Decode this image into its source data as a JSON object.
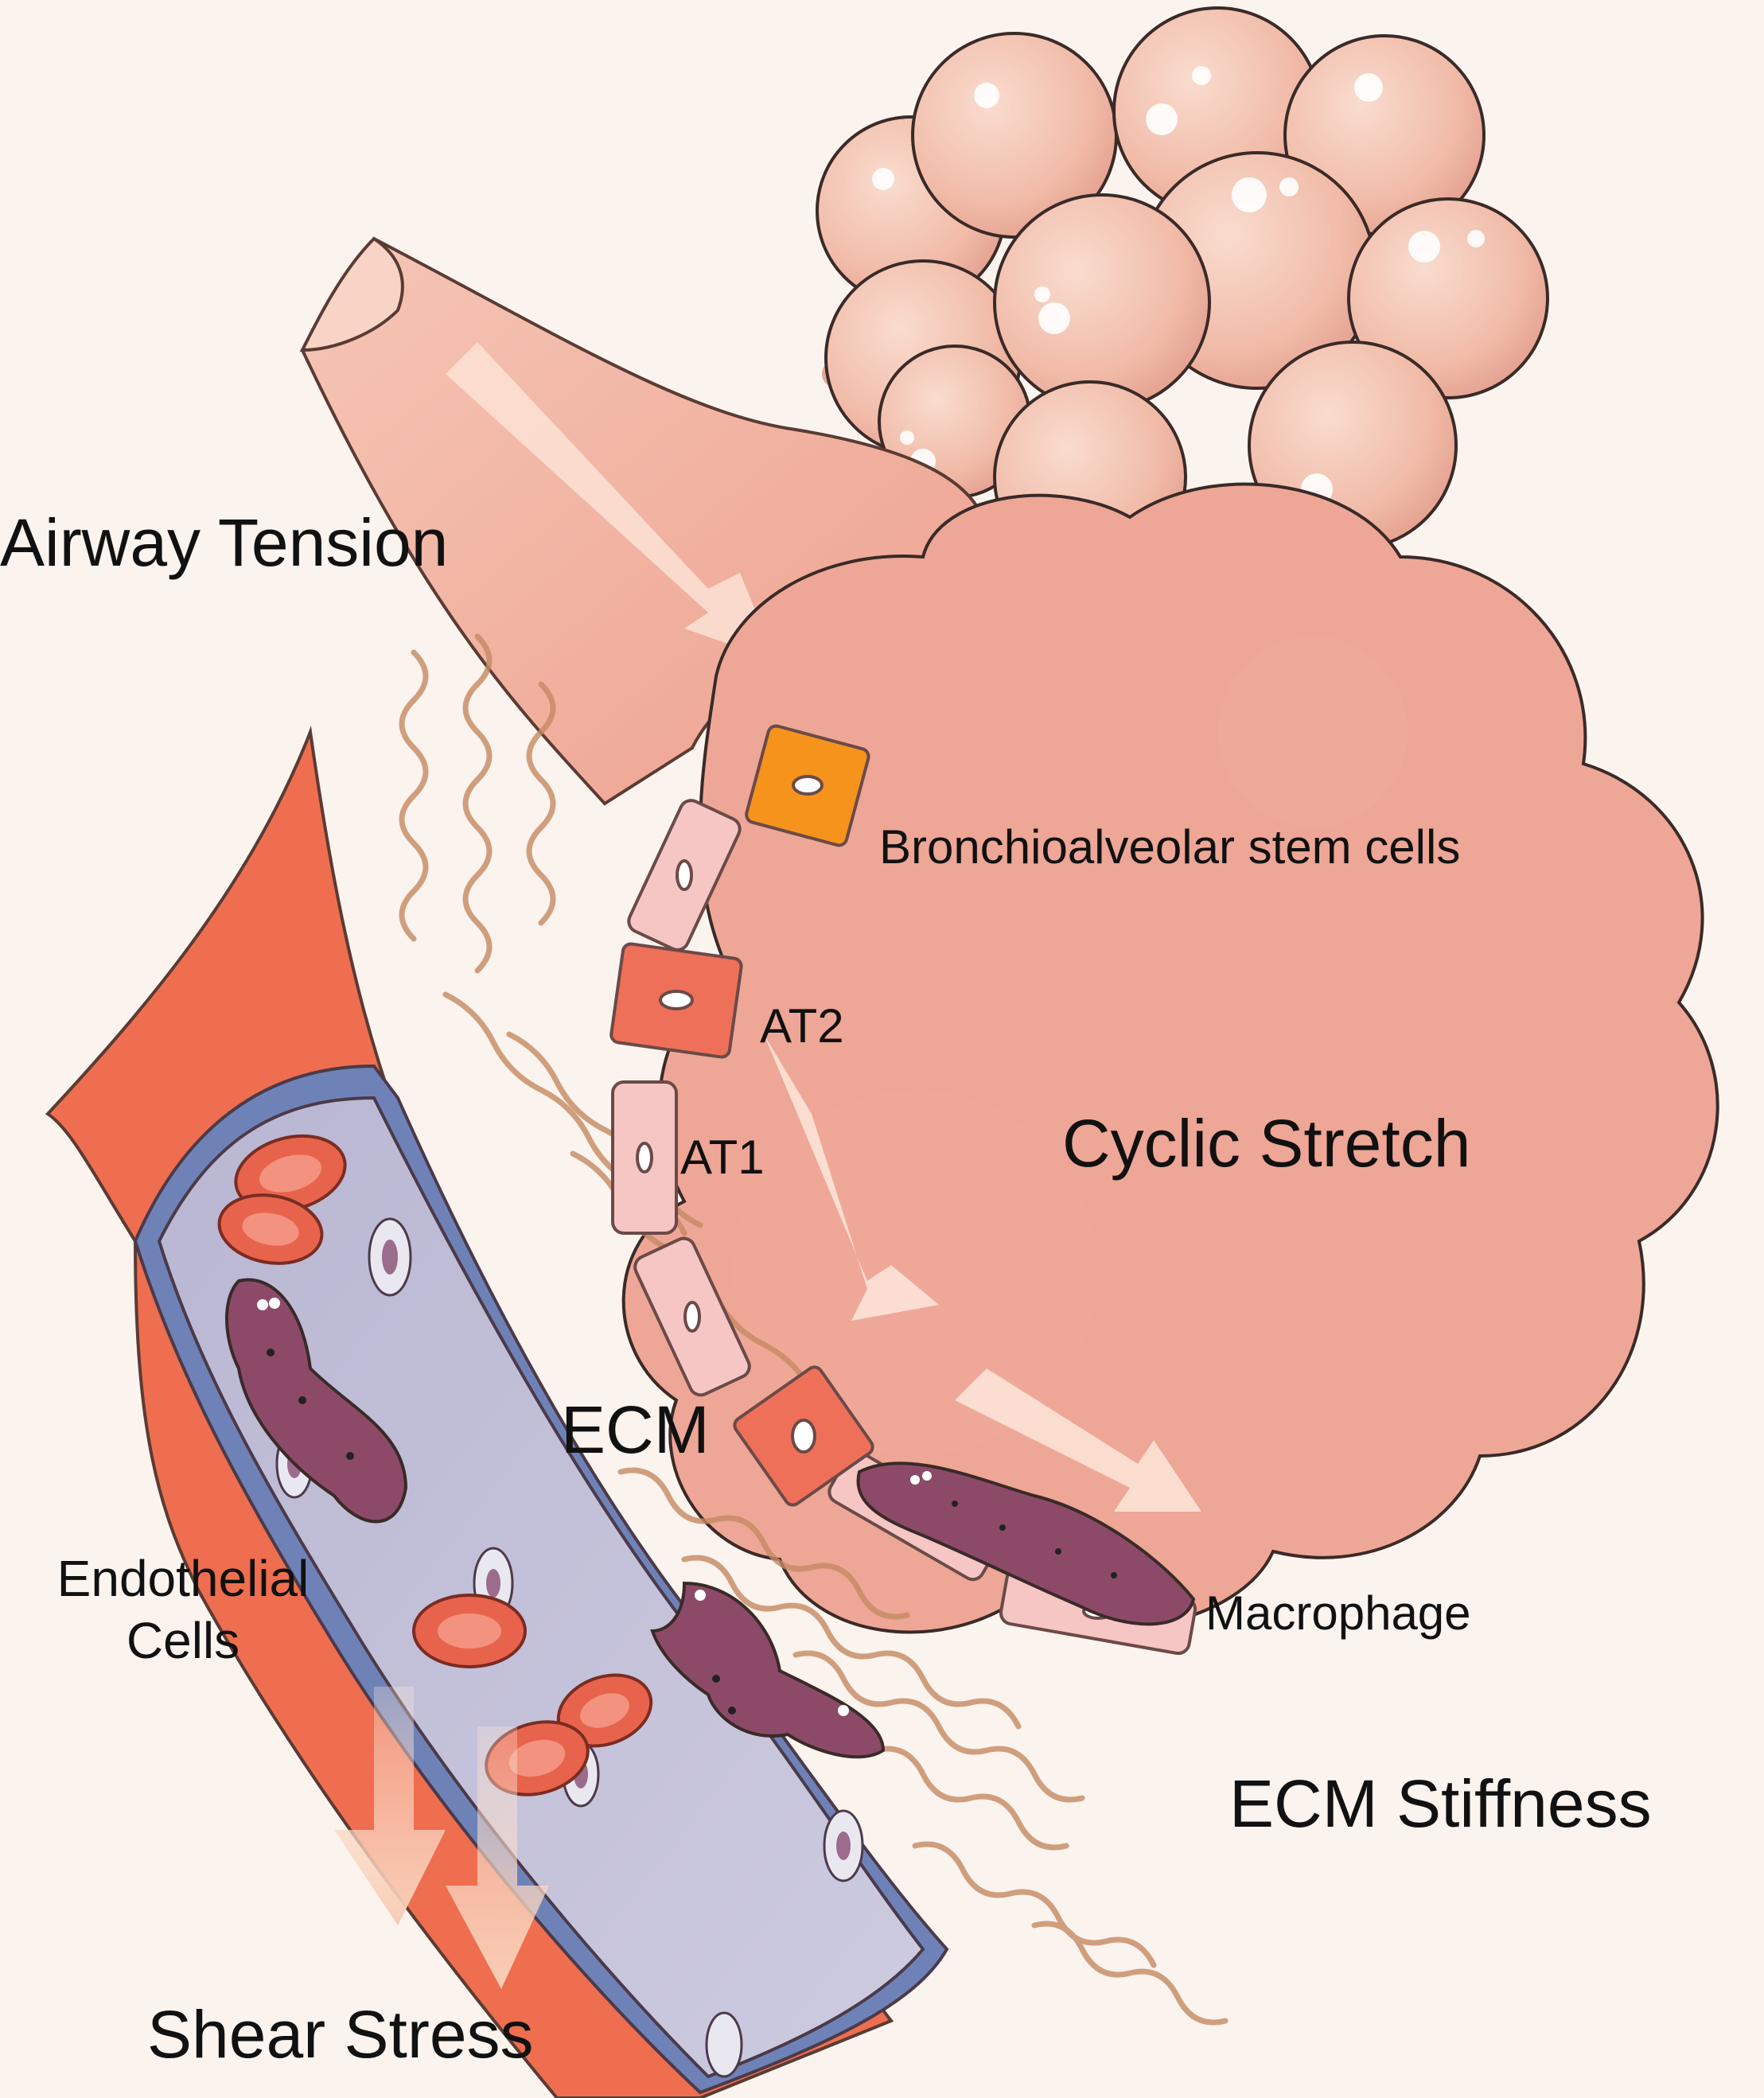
{
  "labels": {
    "airway_tension": "Airway Tension",
    "bronchioalveolar_stem_cells": "Bronchioalveolar stem cells",
    "at2": "AT2",
    "at1": "AT1",
    "cyclic_stretch": "Cyclic Stretch",
    "ecm": "ECM",
    "endothelial_line1": "Endothelial",
    "endothelial_line2": "Cells",
    "macrophage": "Macrophage",
    "ecm_stiffness": "ECM Stiffness",
    "shear_stress": "Shear Stress"
  },
  "colors": {
    "background": "#fbf3ee",
    "alveolus": "#eea696",
    "alveoli_cluster": "#f3c2b0",
    "at1_cell": "#f6c6c4",
    "at2_cell": "#ef7059",
    "stem_cell": "#f5931c",
    "vessel_wall": "#ee6e4f",
    "vessel_lumen": "#c6c4d9",
    "red_blood_cell": "#e8634c",
    "macrophage": "#8c4a68",
    "ecm_fiber": "#c58a62",
    "arrow": "#fbdccb"
  }
}
